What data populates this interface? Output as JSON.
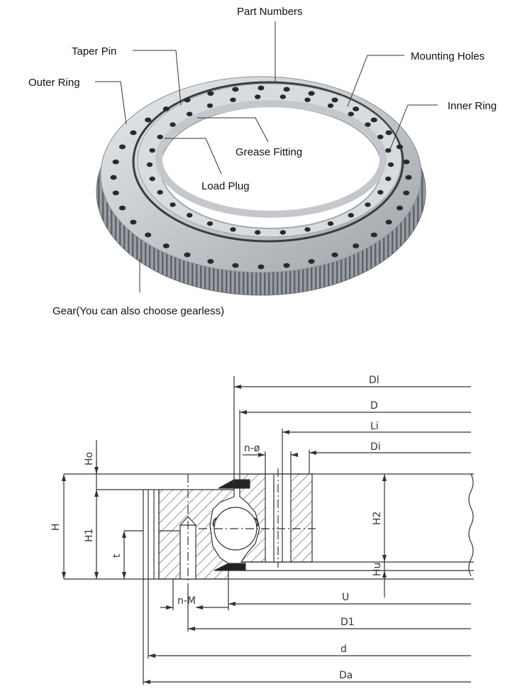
{
  "product_labels": {
    "part_numbers": "Part Numbers",
    "taper_pin": "Taper Pin",
    "mounting_holes": "Mounting Holes",
    "outer_ring": "Outer Ring",
    "inner_ring": "Inner Ring",
    "grease_fitting": "Grease Fitting",
    "load_plug": "Load Plug",
    "gear": "Gear(You can also choose gearless)"
  },
  "dimensions": {
    "Dl": "Dl",
    "D": "D",
    "Li": "Li",
    "Di": "Di",
    "n_phi": "n-ø",
    "Ho": "Ho",
    "H": "H",
    "H1": "H1",
    "t": "t",
    "H2": "H2",
    "Hu": "Hu",
    "n_M": "n-M",
    "U": "U",
    "D1": "D1",
    "d": "d",
    "Da": "Da"
  },
  "colors": {
    "ring_metal": "#c9cdd2",
    "ring_shadow": "#8e9399",
    "hole": "#2a2a2a",
    "line": "#333333"
  }
}
